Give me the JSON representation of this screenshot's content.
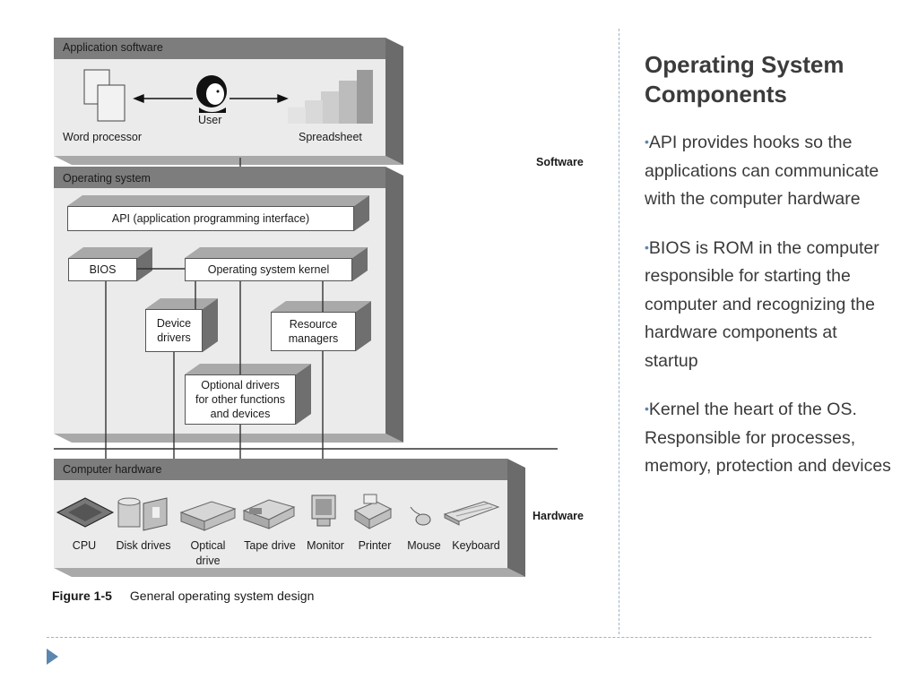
{
  "slide": {
    "title": "Operating System Components",
    "bullets": [
      "API provides hooks so the applications can communicate with the computer hardware",
      "BIOS is ROM in the computer responsible for starting the computer and recognizing the hardware components at startup",
      "Kernel the heart of the OS. Responsible for processes, memory,  protection and devices"
    ],
    "bullet_marker": "•",
    "accent_color": "#5b86b0"
  },
  "diagram": {
    "application_panel": {
      "title": "Application software",
      "user": "User",
      "word_processor": "Word processor",
      "spreadsheet": "Spreadsheet"
    },
    "os_panel": {
      "title": "Operating system",
      "api": "API (application programming interface)",
      "bios": "BIOS",
      "kernel": "Operating system kernel",
      "device_drivers": [
        "Device",
        "drivers"
      ],
      "resource_managers": [
        "Resource",
        "managers"
      ],
      "optional_drivers": [
        "Optional drivers",
        "for other functions",
        "and devices"
      ]
    },
    "hardware_panel": {
      "title": "Computer hardware",
      "devices": [
        {
          "label": "CPU",
          "icon": "cpu-chip-icon"
        },
        {
          "label": "Disk drives",
          "icon": "disk-drives-icon"
        },
        {
          "label": "Optical drive",
          "icon": "optical-drive-icon"
        },
        {
          "label": "Tape drive",
          "icon": "tape-drive-icon"
        },
        {
          "label": "Monitor",
          "icon": "monitor-icon"
        },
        {
          "label": "Printer",
          "icon": "printer-icon"
        },
        {
          "label": "Mouse",
          "icon": "mouse-icon"
        },
        {
          "label": "Keyboard",
          "icon": "keyboard-icon"
        }
      ]
    },
    "side_labels": {
      "software": "Software",
      "hardware": "Hardware"
    },
    "caption": {
      "number": "Figure 1-5",
      "text": "General operating system design"
    }
  }
}
